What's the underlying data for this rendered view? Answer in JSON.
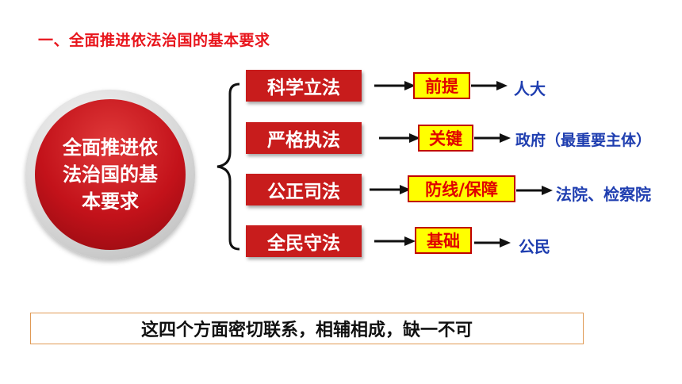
{
  "heading": "一、全面推进依法治国的基本要求",
  "center": {
    "lines": [
      "全面推进依",
      "法治国的基",
      "本要求"
    ]
  },
  "rows": [
    {
      "label": "科学立法",
      "role": "前提",
      "subject": "人大"
    },
    {
      "label": "严格执法",
      "role": "关键",
      "subject": "政府（最重要主体）"
    },
    {
      "label": "公正司法",
      "role": "防线/保障",
      "subject": "法院、检察院"
    },
    {
      "label": "全民守法",
      "role": "基础",
      "subject": "公民"
    }
  ],
  "footer": "这四个方面密切联系，相辅相成，缺一不可",
  "colors": {
    "accent_red": "#e8151c",
    "box_red": "#c81c1c",
    "highlight": "#ffff00",
    "subject_blue": "#1f3eb0"
  }
}
